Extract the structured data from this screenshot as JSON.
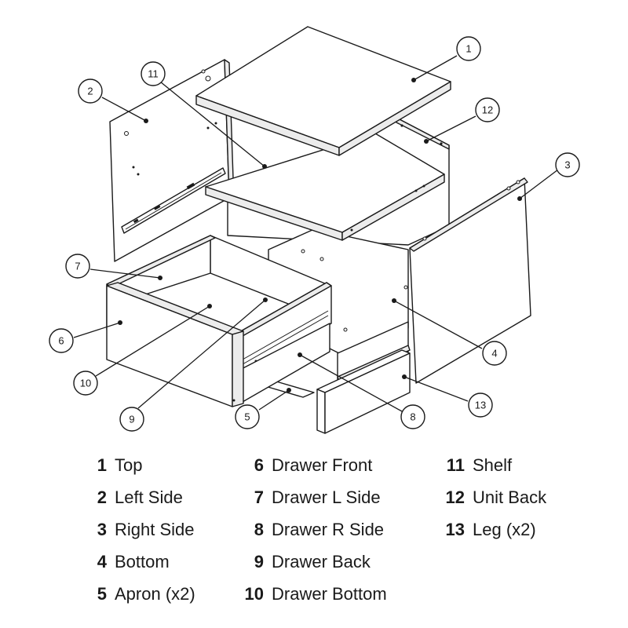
{
  "legend": {
    "items": [
      {
        "number": "1",
        "label": "Top"
      },
      {
        "number": "2",
        "label": "Left Side"
      },
      {
        "number": "3",
        "label": "Right Side"
      },
      {
        "number": "4",
        "label": "Bottom"
      },
      {
        "number": "5",
        "label": "Apron (x2)"
      },
      {
        "number": "6",
        "label": "Drawer Front"
      },
      {
        "number": "7",
        "label": "Drawer L Side"
      },
      {
        "number": "8",
        "label": "Drawer R Side"
      },
      {
        "number": "9",
        "label": "Drawer Back"
      },
      {
        "number": "10",
        "label": "Drawer Bottom"
      },
      {
        "number": "11",
        "label": "Shelf"
      },
      {
        "number": "12",
        "label": "Unit Back"
      },
      {
        "number": "13",
        "label": "Leg (x2)"
      }
    ]
  },
  "callouts": [
    "1",
    "2",
    "3",
    "4",
    "5",
    "6",
    "7",
    "8",
    "9",
    "10",
    "11",
    "12",
    "13"
  ]
}
